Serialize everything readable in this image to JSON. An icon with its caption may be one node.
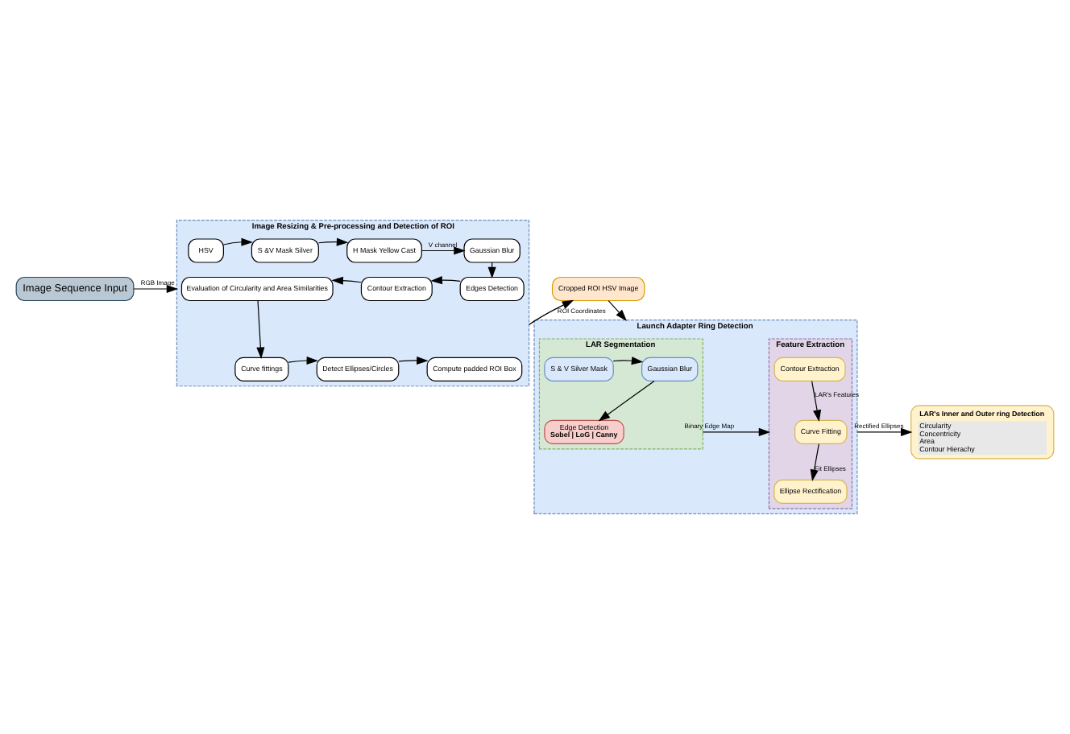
{
  "diagram": {
    "nodes": [
      {
        "text": [
          "Image Sequence Input"
        ]
      },
      {
        "text": [
          "Image Resizing & Pre-processing and Detection of ROI"
        ]
      },
      {
        "text": [
          "HSV"
        ],
        "in": 1
      },
      {
        "text": [
          "S &V Mask Silver"
        ],
        "in": 1
      },
      {
        "text": [
          "H Mask Yellow Cast"
        ],
        "in": 1
      },
      {
        "text": [
          "Gaussian Blur"
        ],
        "in": 1
      },
      {
        "text": [
          "Edges Detection"
        ],
        "in": 1
      },
      {
        "text": [
          "Contour Extraction"
        ],
        "in": 1
      },
      {
        "text": [
          "Evaluation of Circularity and Area Similarities"
        ],
        "in": 1
      },
      {
        "text": [
          "Curve fittings"
        ],
        "in": 1
      },
      {
        "text": [
          "Detect Ellipses/Circles"
        ],
        "in": 1
      },
      {
        "text": [
          "Compute padded ROI Box"
        ],
        "in": 1
      },
      {
        "text": [
          "Cropped ROI HSV Image"
        ]
      },
      {
        "text": [
          "Launch Adapter Ring Detection"
        ]
      },
      {
        "text": [
          "Feature Extraction"
        ],
        "in": 13
      },
      {
        "text": [
          "Contour Extraction"
        ],
        "in": 14
      },
      {
        "text": [
          "Curve Fitting"
        ],
        "in": 14
      },
      {
        "text": [
          "Ellipse Rectification"
        ],
        "in": 14
      },
      {
        "text": [
          "LAR Segmentation"
        ],
        "in": 13
      },
      {
        "text": [
          "S & V Silver Mask"
        ],
        "in": 18
      },
      {
        "text": [
          "Gaussian Blur"
        ],
        "in": 18
      },
      {
        "text": [
          "Edge Detection",
          "Sobel | LoG | Canny"
        ],
        "in": 18
      },
      {
        "text": [
          "LAR's Inner and Outer ring Detection",
          "Circularity",
          "Concentricity",
          "Area",
          "Contour Hierachy"
        ]
      }
    ],
    "edges": [
      {
        "from": 0,
        "to": 1,
        "arrow": "to",
        "label": "RGB Image"
      },
      {
        "from": 2,
        "to": 3,
        "arrow": "to"
      },
      {
        "from": 3,
        "to": 4,
        "arrow": "to"
      },
      {
        "from": 4,
        "to": 5,
        "arrow": "to",
        "label": "V channel"
      },
      {
        "from": 5,
        "to": 6,
        "arrow": "to"
      },
      {
        "from": 6,
        "to": 7,
        "arrow": "to"
      },
      {
        "from": 7,
        "to": 8,
        "arrow": "to"
      },
      {
        "from": 8,
        "to": 9,
        "arrow": "to"
      },
      {
        "from": 9,
        "to": 10,
        "arrow": "to"
      },
      {
        "from": 10,
        "to": 11,
        "arrow": "to"
      },
      {
        "from": 1,
        "to": 12,
        "arrow": "to",
        "label": "ROI Coordinates"
      },
      {
        "from": 12,
        "to": 13,
        "arrow": "to"
      },
      {
        "from": 19,
        "to": 20,
        "arrow": "to"
      },
      {
        "from": 20,
        "to": 21,
        "arrow": "to"
      },
      {
        "from": 18,
        "to": 14,
        "arrow": "to",
        "label": "Binary Edge Map"
      },
      {
        "from": 15,
        "to": 16,
        "arrow": "to",
        "label": "LAR's Features"
      },
      {
        "from": 16,
        "to": 17,
        "arrow": "to",
        "label": "Fit Ellipses"
      },
      {
        "from": 13,
        "to": 22,
        "arrow": "to",
        "label": "Rectified Ellipses"
      }
    ]
  }
}
